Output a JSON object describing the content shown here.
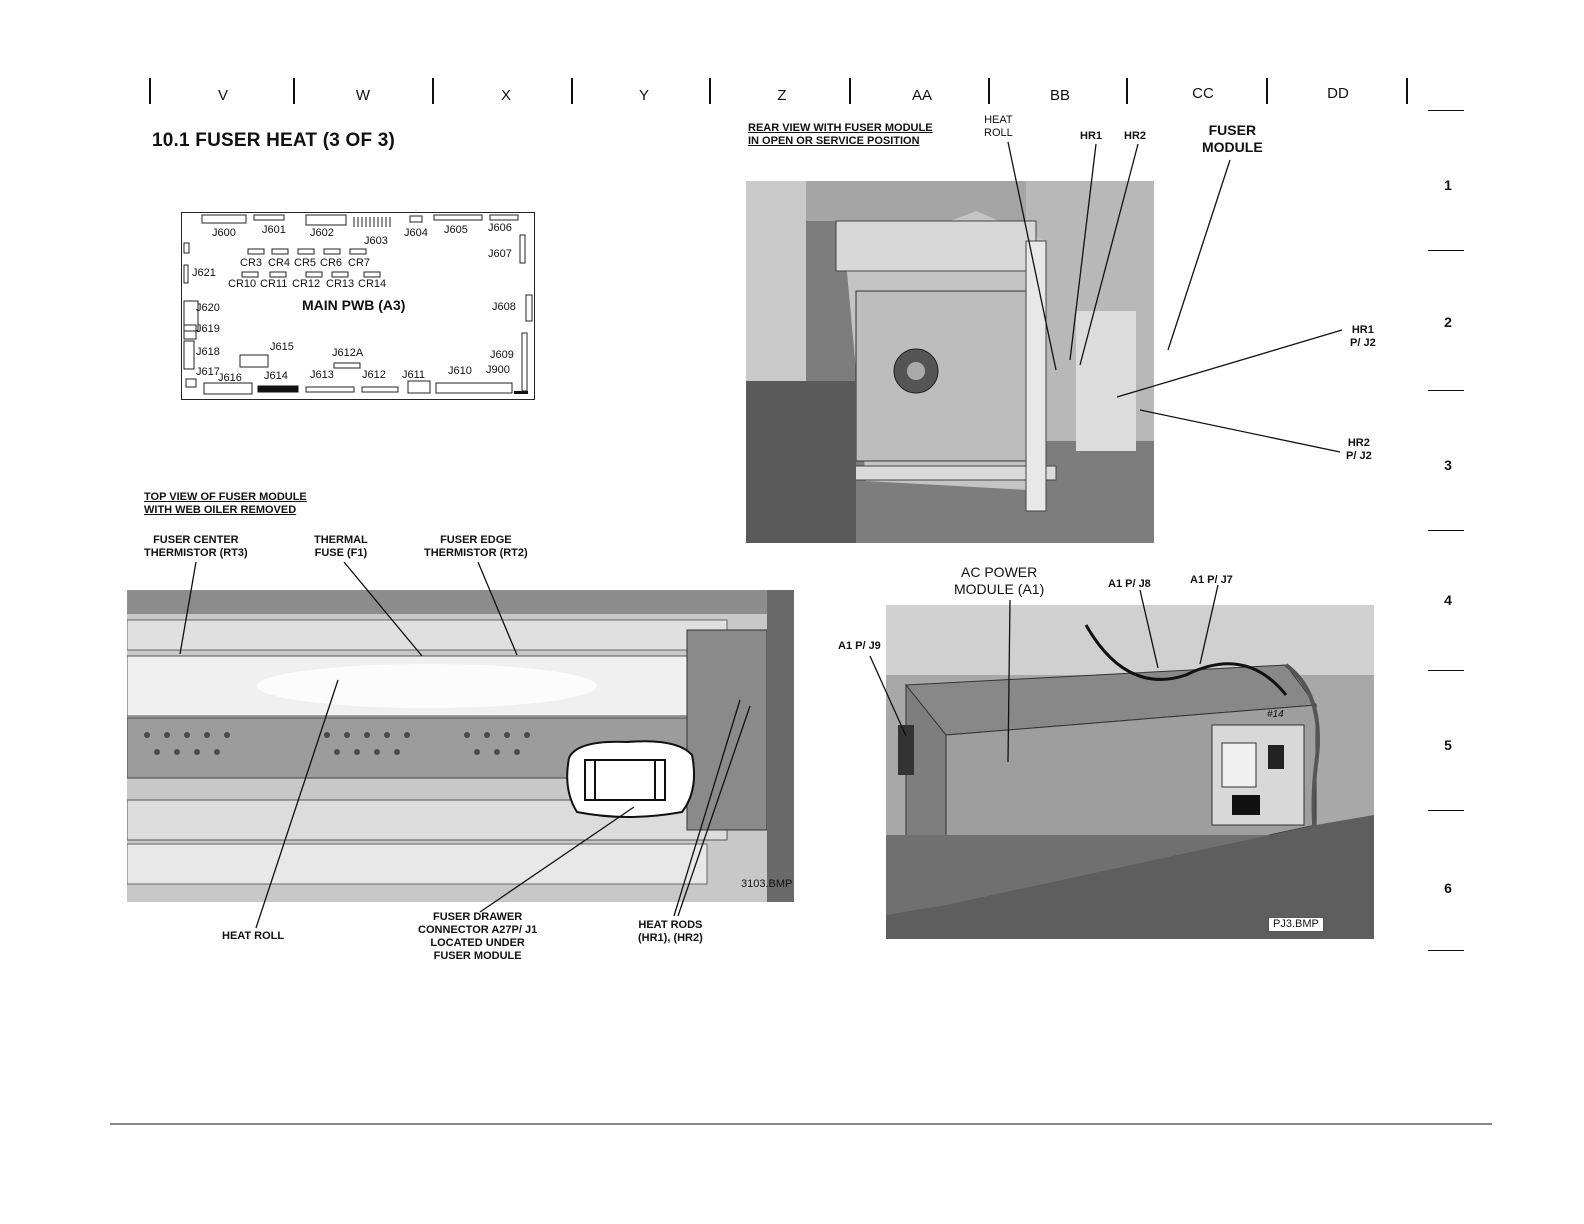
{
  "columns": [
    "V",
    "W",
    "X",
    "Y",
    "Z",
    "AA",
    "BB",
    "CC",
    "DD"
  ],
  "rows": [
    "1",
    "2",
    "3",
    "4",
    "5",
    "6"
  ],
  "title": "10.1  FUSER HEAT (3 OF 3)",
  "pwb": {
    "label": "MAIN PWB (A3)",
    "connectors": {
      "j600": "J600",
      "j601": "J601",
      "j602": "J602",
      "j603": "J603",
      "j604": "J604",
      "j605": "J605",
      "j606": "J606",
      "j607": "J607",
      "j608": "J608",
      "j609": "J609",
      "j900": "J900",
      "j610": "J610",
      "j611": "J611",
      "j612": "J612",
      "j612a": "J612A",
      "j613": "J613",
      "j614": "J614",
      "j615": "J615",
      "j616": "J616",
      "j617": "J617",
      "j618": "J618",
      "j619": "J619",
      "j620": "J620",
      "j621": "J621"
    },
    "diodes": {
      "cr3": "CR3",
      "cr4": "CR4",
      "cr5": "CR5",
      "cr6": "CR6",
      "cr7": "CR7",
      "cr10": "CR10",
      "cr11": "CR11",
      "cr12": "CR12",
      "cr13": "CR13",
      "cr14": "CR14"
    }
  },
  "rear_view": {
    "caption_line1": "REAR VIEW WITH FUSER MODULE",
    "caption_line2": "IN OPEN OR SERVICE POSITION",
    "heat_roll_1": "HEAT",
    "heat_roll_2": "ROLL",
    "hr1": "HR1",
    "hr2": "HR2",
    "fuser_module_1": "FUSER",
    "fuser_module_2": "MODULE",
    "hr1_pj2_1": "HR1",
    "hr1_pj2_2": "P/ J2",
    "hr2_pj2_1": "HR2",
    "hr2_pj2_2": "P/ J2"
  },
  "top_view": {
    "caption_line1": "TOP VIEW OF FUSER MODULE",
    "caption_line2": "WITH WEB OILER REMOVED",
    "center_therm_1": "FUSER CENTER",
    "center_therm_2": "THERMISTOR (RT3)",
    "thermal_fuse_1": "THERMAL",
    "thermal_fuse_2": "FUSE (F1)",
    "edge_therm_1": "FUSER EDGE",
    "edge_therm_2": "THERMISTOR (RT2)",
    "file": "3103.BMP",
    "heat_roll": "HEAT ROLL",
    "drawer_1": "FUSER DRAWER",
    "drawer_2": "CONNECTOR A27P/ J1",
    "drawer_3": "LOCATED UNDER",
    "drawer_4": "FUSER MODULE",
    "heat_rods_1": "HEAT RODS",
    "heat_rods_2": "(HR1), (HR2)"
  },
  "ac_module": {
    "title_1": "AC POWER",
    "title_2": "MODULE (A1)",
    "j8": "A1 P/ J8",
    "j7": "A1 P/ J7",
    "j9": "A1 P/ J9",
    "file": "PJ3.BMP",
    "marker": "#14"
  }
}
